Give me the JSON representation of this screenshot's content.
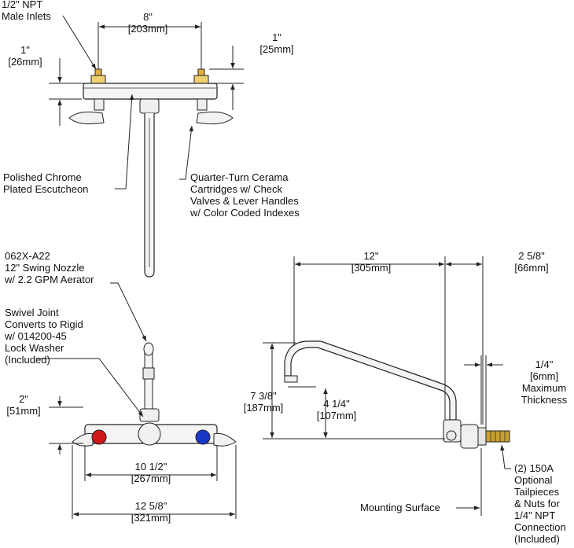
{
  "top_view": {
    "inlets_label": [
      "1/2\" NPT",
      "Male Inlets"
    ],
    "center_dim": [
      "8\"",
      "[203mm]"
    ],
    "left_height_dim": [
      "1\"",
      "[26mm]"
    ],
    "right_height_dim": [
      "1\"",
      "[25mm]"
    ],
    "escutcheon_label": [
      "Polished Chrome",
      "Plated Escutcheon"
    ],
    "cartridge_label": [
      "Quarter-Turn Cerama",
      "Cartridges w/ Check",
      "Valves & Lever Handles",
      "w/ Color Coded Indexes"
    ]
  },
  "front_view": {
    "nozzle_label": [
      "062X-A22",
      "12\" Swing Nozzle",
      "w/ 2.2 GPM Aerator"
    ],
    "swivel_label": [
      "Swivel Joint",
      "Converts to Rigid",
      "w/ 014200-45",
      "Lock Washer",
      "(Included)"
    ],
    "height_dim": [
      "2\"",
      "[51mm]"
    ],
    "handle_span_dim": [
      "10 1/2\"",
      "[267mm]"
    ],
    "overall_width_dim": [
      "12 5/8\"",
      "[321mm]"
    ],
    "colors": {
      "hot": "#d01818",
      "cold": "#1838c8",
      "chrome": "#e8e8e8",
      "outline": "#222222"
    }
  },
  "side_view": {
    "reach_dim": [
      "12\"",
      "[305mm]"
    ],
    "depth_dim": [
      "2 5/8\"",
      "[66mm]"
    ],
    "height_dim": [
      "7 3/8\"",
      "[187mm]"
    ],
    "outlet_dim": [
      "4 1/4\"",
      "[107mm]"
    ],
    "thickness_dim": [
      "1/4\"",
      "[6mm]",
      "Maximum",
      "Thickness"
    ],
    "mounting_surface": "Mounting Surface",
    "tailpiece_label": [
      "(2) 150A",
      "Optional",
      "Tailpieces",
      "& Nuts for",
      "1/4\" NPT",
      "Connection",
      "(Included)"
    ],
    "colors": {
      "brass": "#c8a030"
    }
  }
}
